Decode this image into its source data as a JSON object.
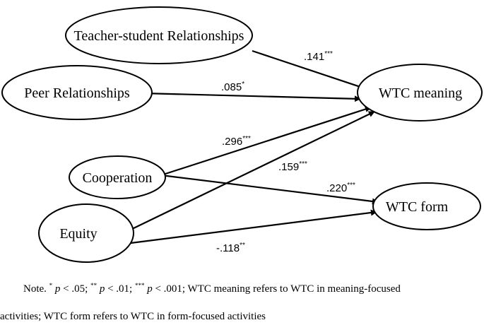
{
  "nodes": {
    "teacher_student": "Teacher-student Relationships",
    "peer": "Peer Relationships",
    "cooperation": "Cooperation",
    "equity": "Equity",
    "wtc_meaning": "WTC meaning",
    "wtc_form": "WTC form"
  },
  "paths": {
    "teacher_to_meaning": {
      "value": ".141",
      "sig": "***"
    },
    "peer_to_meaning": {
      "value": ".085",
      "sig": "*"
    },
    "cooperation_to_meaning": {
      "value": ".296",
      "sig": "***"
    },
    "equity_to_meaning": {
      "value": ".159",
      "sig": "***"
    },
    "cooperation_to_form": {
      "value": ".220",
      "sig": "***"
    },
    "equity_to_form": {
      "value": "-.118",
      "sig": "**"
    }
  },
  "note": {
    "lead": "Note.",
    "sig1_mark": "*",
    "p_letter": "p",
    "sig1_text": " < .05; ",
    "sig2_mark": "**",
    "sig2_text": " < .01; ",
    "sig3_mark": "***",
    "sig3_text": " < .001; WTC meaning refers to WTC in meaning-focused",
    "line2": "activities; WTC form refers to WTC in form-focused activities"
  }
}
